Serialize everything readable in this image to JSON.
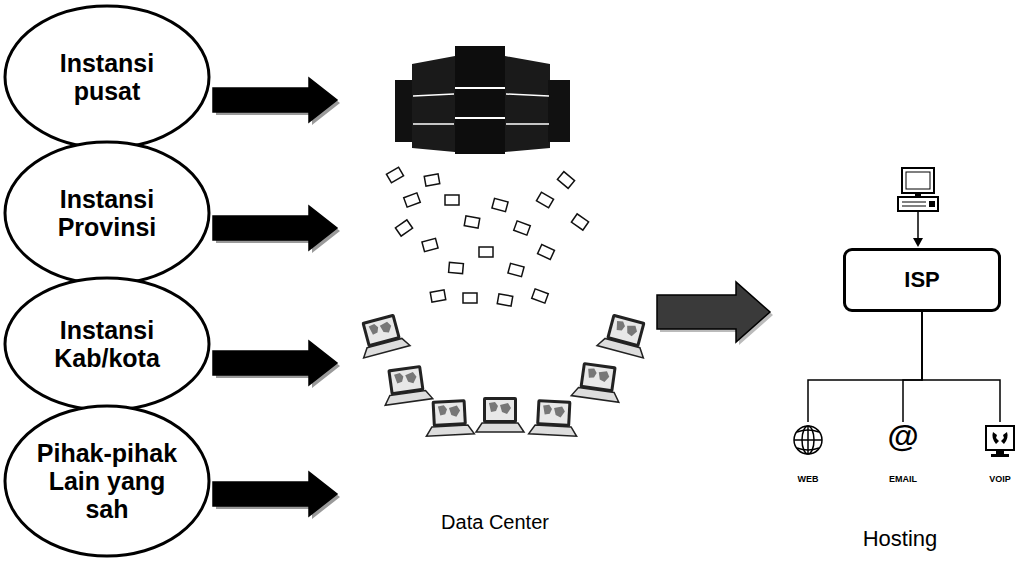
{
  "diagram": {
    "nodes": [
      {
        "text": [
          "Instansi pusat"
        ]
      },
      {
        "text": [
          "Instansi Provinsi"
        ]
      },
      {
        "text": [
          "Instansi Kab/kota"
        ]
      },
      {
        "text": [
          "Pihak-pihak Lain yang sah"
        ]
      },
      {
        "text": [
          "Data Center"
        ]
      },
      {
        "text": [
          "Hosting"
        ]
      },
      {
        "text": [
          "ISP"
        ],
        "in": 5
      },
      {
        "text": [
          "WEB"
        ],
        "in": 5
      },
      {
        "text": [
          "EMAIL"
        ],
        "in": 5
      },
      {
        "text": [
          "VOIP"
        ],
        "in": 5
      }
    ],
    "edges": [
      {
        "from": 0,
        "to": 4,
        "arrow": "to"
      },
      {
        "from": 1,
        "to": 4,
        "arrow": "to"
      },
      {
        "from": 2,
        "to": 4,
        "arrow": "to"
      },
      {
        "from": 3,
        "to": 4,
        "arrow": "to"
      },
      {
        "from": 4,
        "to": 5,
        "arrow": "to"
      },
      {
        "from": 6,
        "to": 7,
        "arrow": "none"
      },
      {
        "from": 6,
        "to": 8,
        "arrow": "none"
      },
      {
        "from": 6,
        "to": 9,
        "arrow": "none"
      }
    ],
    "labels": [
      "@"
    ]
  }
}
